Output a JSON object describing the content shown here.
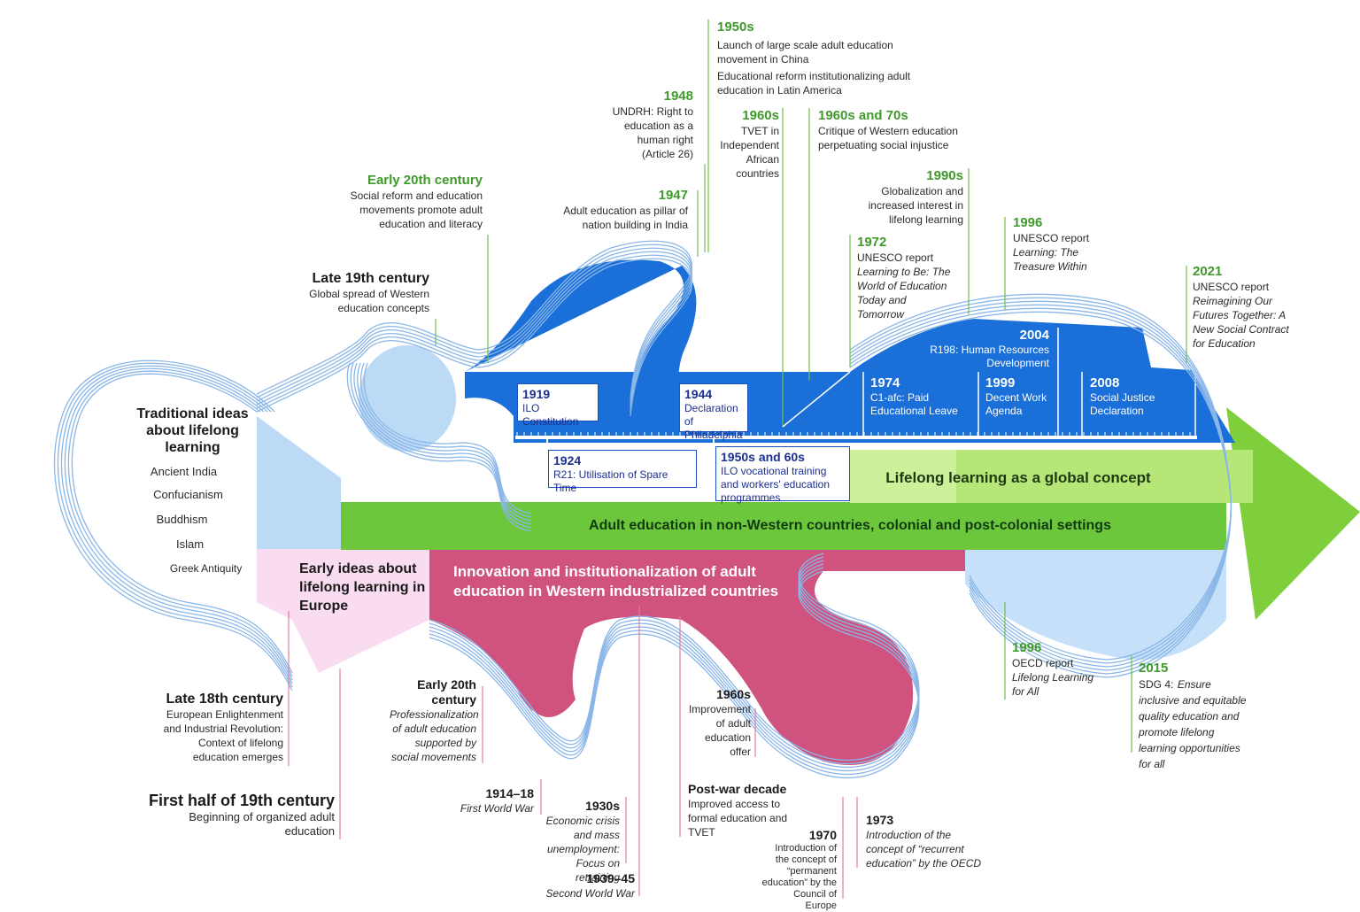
{
  "bands": {
    "traditional_title": "Traditional ideas about lifelong learning",
    "traditional_items": [
      "Ancient India",
      "Confucianism",
      "Buddhism",
      "Islam",
      "Greek Antiquity"
    ],
    "europe": "Early ideas about lifelong learning in Europe",
    "western": "Innovation and institutionalization of adult education in Western industrialized countries",
    "nonwestern": "Adult education in non-Western countries, colonial and post-colonial settings",
    "global": "Lifelong learning as a global concept"
  },
  "ilo": [
    {
      "year": "1919",
      "text": "ILO Constitution"
    },
    {
      "year": "1924",
      "text": "R21: Utilisation of Spare Time"
    },
    {
      "year": "1944",
      "text": "Declaration of Philadelphia"
    },
    {
      "year": "1950s and 60s",
      "text": "ILO vocational training and workers' education programmes"
    },
    {
      "year": "1974",
      "text": "C1-afc: Paid Educational Leave"
    },
    {
      "year": "1999",
      "text": "Decent Work Agenda"
    },
    {
      "year": "2004",
      "text": "R198: Human Resources Development"
    },
    {
      "year": "2008",
      "text": "Social Justice Declaration"
    }
  ],
  "top": [
    {
      "year": "Late 19th century",
      "text": "Global spread of Western education concepts"
    },
    {
      "year": "Early 20th century",
      "text": "Social reform and education movements promote adult education and literacy"
    },
    {
      "year": "1947",
      "text": "Adult education as pillar of nation building in India"
    },
    {
      "year": "1948",
      "text": "UNDRH: Right to education as a human right (Article 26)"
    },
    {
      "year": "1950s",
      "text": "Launch of large scale adult education movement in China",
      "text2": "Educational reform institutionalizing adult education in Latin America"
    },
    {
      "year": "1960s",
      "text": "TVET in Independent African countries"
    },
    {
      "year": "1960s and 70s",
      "text": "Critique of Western education perpetuating social injustice"
    },
    {
      "year": "1990s",
      "text": "Globalization and increased interest in lifelong learning"
    },
    {
      "year": "1972",
      "text": "UNESCO report",
      "italic": "Learning to Be: The World of Education Today and Tomorrow"
    },
    {
      "year": "1996",
      "text": "UNESCO report",
      "italic": "Learning: The Treasure Within"
    },
    {
      "year": "2021",
      "text": "UNESCO report",
      "italic": "Reimagining Our Futures Together: A New Social Contract for Education"
    }
  ],
  "bottom": [
    {
      "year": "Late 18th century",
      "text": "European Enlightenment and Industrial Revolution: Context of lifelong education emerges"
    },
    {
      "year": "First half of 19th century",
      "text": "Beginning of organized adult education"
    },
    {
      "year": "Early 20th century",
      "italic": "Professionalization of adult education supported by social movements"
    },
    {
      "year": "1914–18",
      "italic": "First World War"
    },
    {
      "year": "1930s",
      "italic": "Economic crisis and mass unemployment: Focus on retraining"
    },
    {
      "year": "1939–45",
      "italic": "Second World War"
    },
    {
      "year": "1960s",
      "text": "Improvement of adult education offer"
    },
    {
      "year": "Post-war decade",
      "text": "Improved access to formal education and TVET"
    },
    {
      "year": "1970",
      "text": "Introduction of the concept of “permanent education” by the Council of Europe"
    },
    {
      "year": "1973",
      "italic": "Introduction of the concept of “recurrent education” by the OECD"
    },
    {
      "year": "1996",
      "text": "OECD report",
      "italic": "Lifelong Learning for All"
    },
    {
      "year": "2015",
      "text": "SDG 4:",
      "italic": "Ensure inclusive and equitable quality education and promote lifelong learning opportunities for all"
    }
  ]
}
